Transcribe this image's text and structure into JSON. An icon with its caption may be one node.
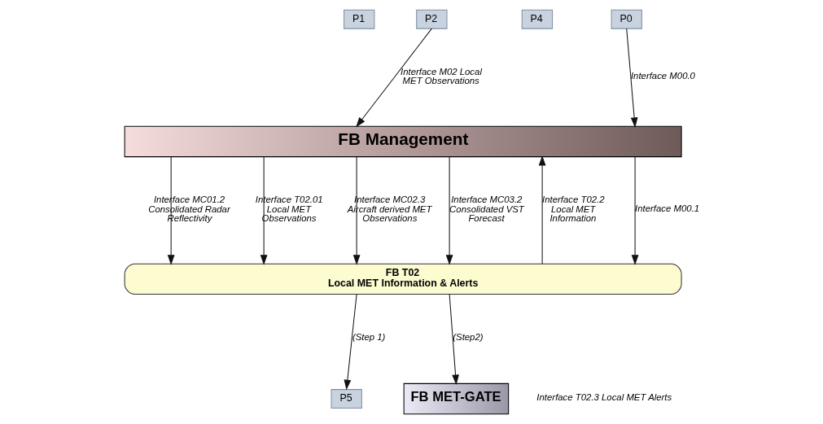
{
  "diagram": {
    "nodes": [
      {
        "text": [
          "P1"
        ]
      },
      {
        "text": [
          "P2"
        ]
      },
      {
        "text": [
          "P4"
        ]
      },
      {
        "text": [
          "P0"
        ]
      },
      {
        "text": [
          "FB Management"
        ]
      },
      {
        "text": [
          "FB T02",
          "Local MET Information & Alerts"
        ]
      },
      {
        "text": [
          "P5"
        ]
      },
      {
        "text": [
          "FB MET-GATE"
        ]
      }
    ],
    "edges": [
      {
        "from": 1,
        "to": 4,
        "arrow": "to",
        "label": "Interface M02 Local MET Observations"
      },
      {
        "from": 3,
        "to": 4,
        "arrow": "to",
        "label": "Interface M00.0"
      },
      {
        "from": 4,
        "to": 5,
        "arrow": "to",
        "label": "Interface MC01.2 Consolidated Radar Reflectivity"
      },
      {
        "from": 4,
        "to": 5,
        "arrow": "to",
        "label": "Interface T02.01 Local MET Observations"
      },
      {
        "from": 4,
        "to": 5,
        "arrow": "to",
        "label": "Interface MC02.3 Aircraft derived MET Observations"
      },
      {
        "from": 4,
        "to": 5,
        "arrow": "to",
        "label": "Interface MC03.2 Consolidated VST Forecast"
      },
      {
        "from": 5,
        "to": 4,
        "arrow": "to",
        "label": "Interface T02.2 Local MET Information"
      },
      {
        "from": 4,
        "to": 5,
        "arrow": "to",
        "label": "Interface M00.1"
      },
      {
        "from": 5,
        "to": 6,
        "arrow": "to",
        "label": "(Step 1)"
      },
      {
        "from": 5,
        "to": 7,
        "arrow": "to",
        "label": "(Step2)"
      }
    ],
    "labels": [
      "Interface T02.3 Local MET Alerts"
    ]
  }
}
